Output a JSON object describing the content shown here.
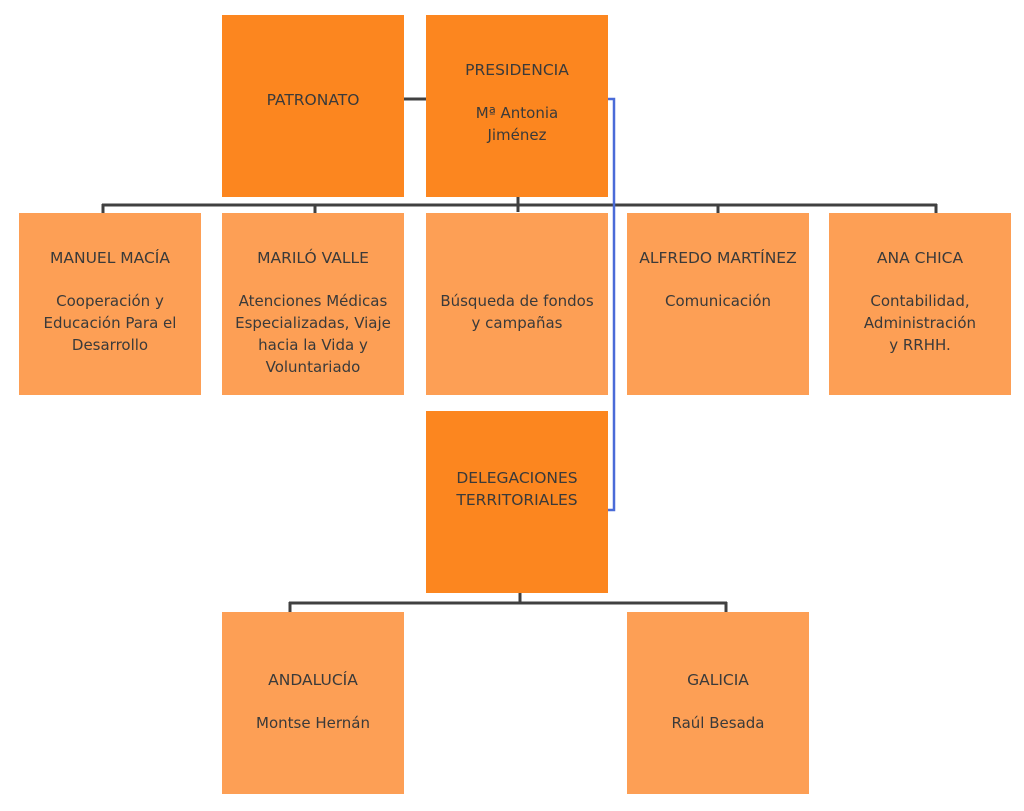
{
  "colors": {
    "node_primary": "#fc861f",
    "node_secondary": "#fd9f55",
    "connector": "#404040",
    "link_accent": "#4a6bd8"
  },
  "nodes": {
    "patronato": {
      "title": "PATRONATO"
    },
    "presidencia": {
      "title": "PRESIDENCIA",
      "subtitle": "Mª Antonia\nJiménez"
    },
    "manuel": {
      "title": "MANUEL MACÍA",
      "subtitle": "Cooperación y\nEducación Para el\nDesarrollo"
    },
    "marilo": {
      "title": "MARILÓ VALLE",
      "subtitle": "Atenciones Médicas\nEspecializadas, Viaje\nhacia la Vida y\nVoluntariado"
    },
    "busqueda": {
      "subtitle": "Búsqueda de fondos\ny campañas"
    },
    "alfredo": {
      "title": "ALFREDO MARTÍNEZ",
      "subtitle": "Comunicación"
    },
    "ana": {
      "title": "ANA CHICA",
      "subtitle": "Contabilidad,\nAdministración\ny RRHH."
    },
    "delegaciones": {
      "title": "DELEGACIONES\nTERRITORIALES"
    },
    "andalucia": {
      "title": "ANDALUCÍA",
      "subtitle": "Montse Hernán"
    },
    "galicia": {
      "title": "GALICIA",
      "subtitle": "Raúl Besada"
    }
  }
}
